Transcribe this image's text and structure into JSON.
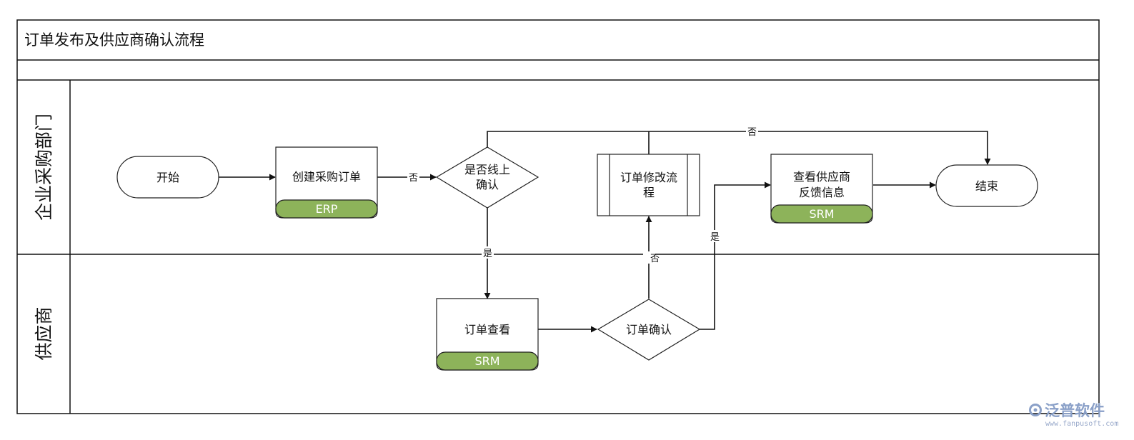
{
  "title": "订单发布及供应商确认流程",
  "lanes": {
    "purchasing": "企业采购部门",
    "supplier": "供应商"
  },
  "nodes": {
    "start": "开始",
    "create_order": {
      "label": "创建采购订单",
      "tag": "ERP"
    },
    "online_confirm": {
      "line1": "是否线上",
      "line2": "确认"
    },
    "order_modify": {
      "line1": "订单修改流",
      "line2": "程"
    },
    "view_feedback": {
      "line1": "查看供应商",
      "line2": "反馈信息",
      "tag": "SRM"
    },
    "end": "结束",
    "order_view": {
      "label": "订单查看",
      "tag": "SRM"
    },
    "order_confirm": "订单确认"
  },
  "edges": {
    "create_to_decision": "否",
    "decision_to_end": "否",
    "decision_to_view": "是",
    "confirm_to_modify": "否",
    "confirm_to_feedback": "是"
  },
  "watermark": {
    "name": "泛普软件",
    "url": "www.fanpusoft.com"
  },
  "colors": {
    "tag_fill": "#8db35a",
    "tag_text": "#ffffff",
    "line": "#111111"
  }
}
